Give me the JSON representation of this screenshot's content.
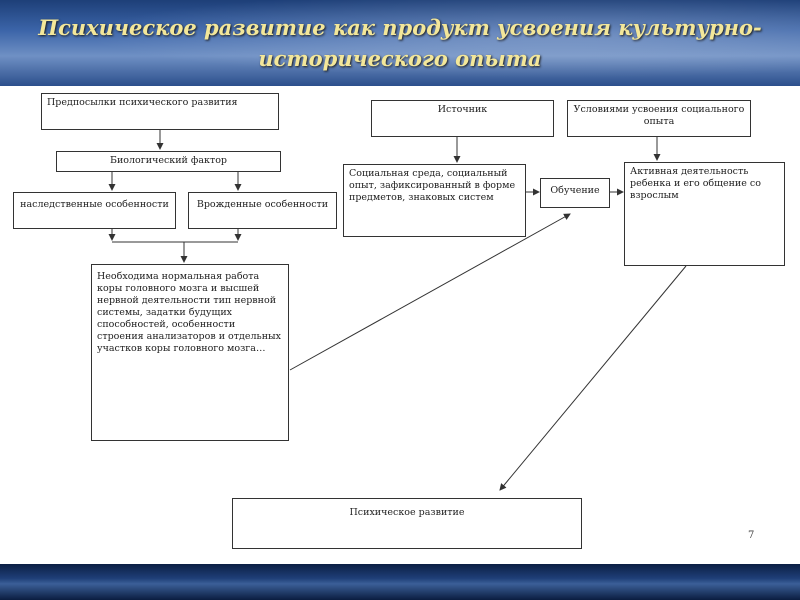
{
  "slide": {
    "title": "Психическое развитие как продукт усвоения культурно-исторического опыта",
    "page_number": "7"
  },
  "diagram": {
    "prerequisites": "Предпосылки психического развития",
    "biological_factor": "Биологический фактор",
    "hereditary": "наследственные особенности",
    "congenital": "Врожденные особенности",
    "brain_conditions": "Необходима нормальная работа коры головного мозга и высшей нервной деятельности тип нервной системы, задатки будущих способностей, особенности строения анализаторов и отдельных участков коры головного мозга…",
    "source": "Источник",
    "social_environment": "Социальная среда, социальный опыт, зафиксированный в форме предметов, знаковых систем",
    "learning": "Обучение",
    "conditions": "Условиями усвоения социального опыта",
    "activity": "Активная деятельность ребенка и его общение со взрослым",
    "mental_development": "Психическое развитие"
  }
}
